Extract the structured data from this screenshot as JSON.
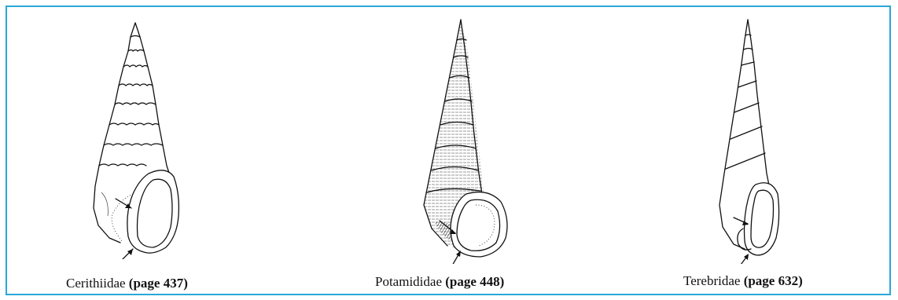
{
  "figures": [
    {
      "family": "Cerithiidae",
      "page_ref": "(page 437)",
      "icon": "cerithiidae-shell-icon"
    },
    {
      "family": "Potamididae",
      "page_ref": "(page 448)",
      "icon": "potamididae-shell-icon"
    },
    {
      "family": "Terebridae",
      "page_ref": "(page 632)",
      "icon": "terebridae-shell-icon"
    }
  ],
  "colors": {
    "frame_border": "#2aa7d6",
    "ink": "#111111",
    "background": "#ffffff"
  }
}
